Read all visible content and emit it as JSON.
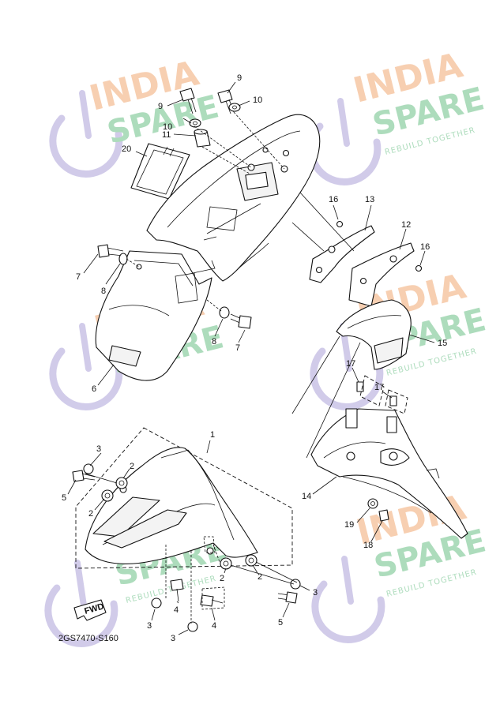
{
  "watermark": {
    "line1": "INDIA",
    "line2": "SPARE",
    "tagline": "REBUILD TOGETHER",
    "color_line1": "#f6c7a4",
    "color_line2": "#9fd6b1",
    "color_icon": "#c9c3e6"
  },
  "diagram_code": "2GS7470-S160",
  "fwd_label": "FWD",
  "callouts": {
    "c1": "1",
    "c2a": "2",
    "c2b": "2",
    "c2c": "2",
    "c2d": "2",
    "c3a": "3",
    "c3b": "3",
    "c3c": "3",
    "c3d": "3",
    "c4a": "4",
    "c4b": "4",
    "c5a": "5",
    "c5b": "5",
    "c6": "6",
    "c7a": "7",
    "c7b": "7",
    "c8a": "8",
    "c8b": "8",
    "c9a": "9",
    "c9b": "9",
    "c10a": "10",
    "c10b": "10",
    "c11": "11",
    "c12": "12",
    "c13": "13",
    "c14": "14",
    "c15": "15",
    "c16a": "16",
    "c16b": "16",
    "c17a": "17",
    "c17b": "17",
    "c18": "18",
    "c19": "19",
    "c20": "20"
  }
}
